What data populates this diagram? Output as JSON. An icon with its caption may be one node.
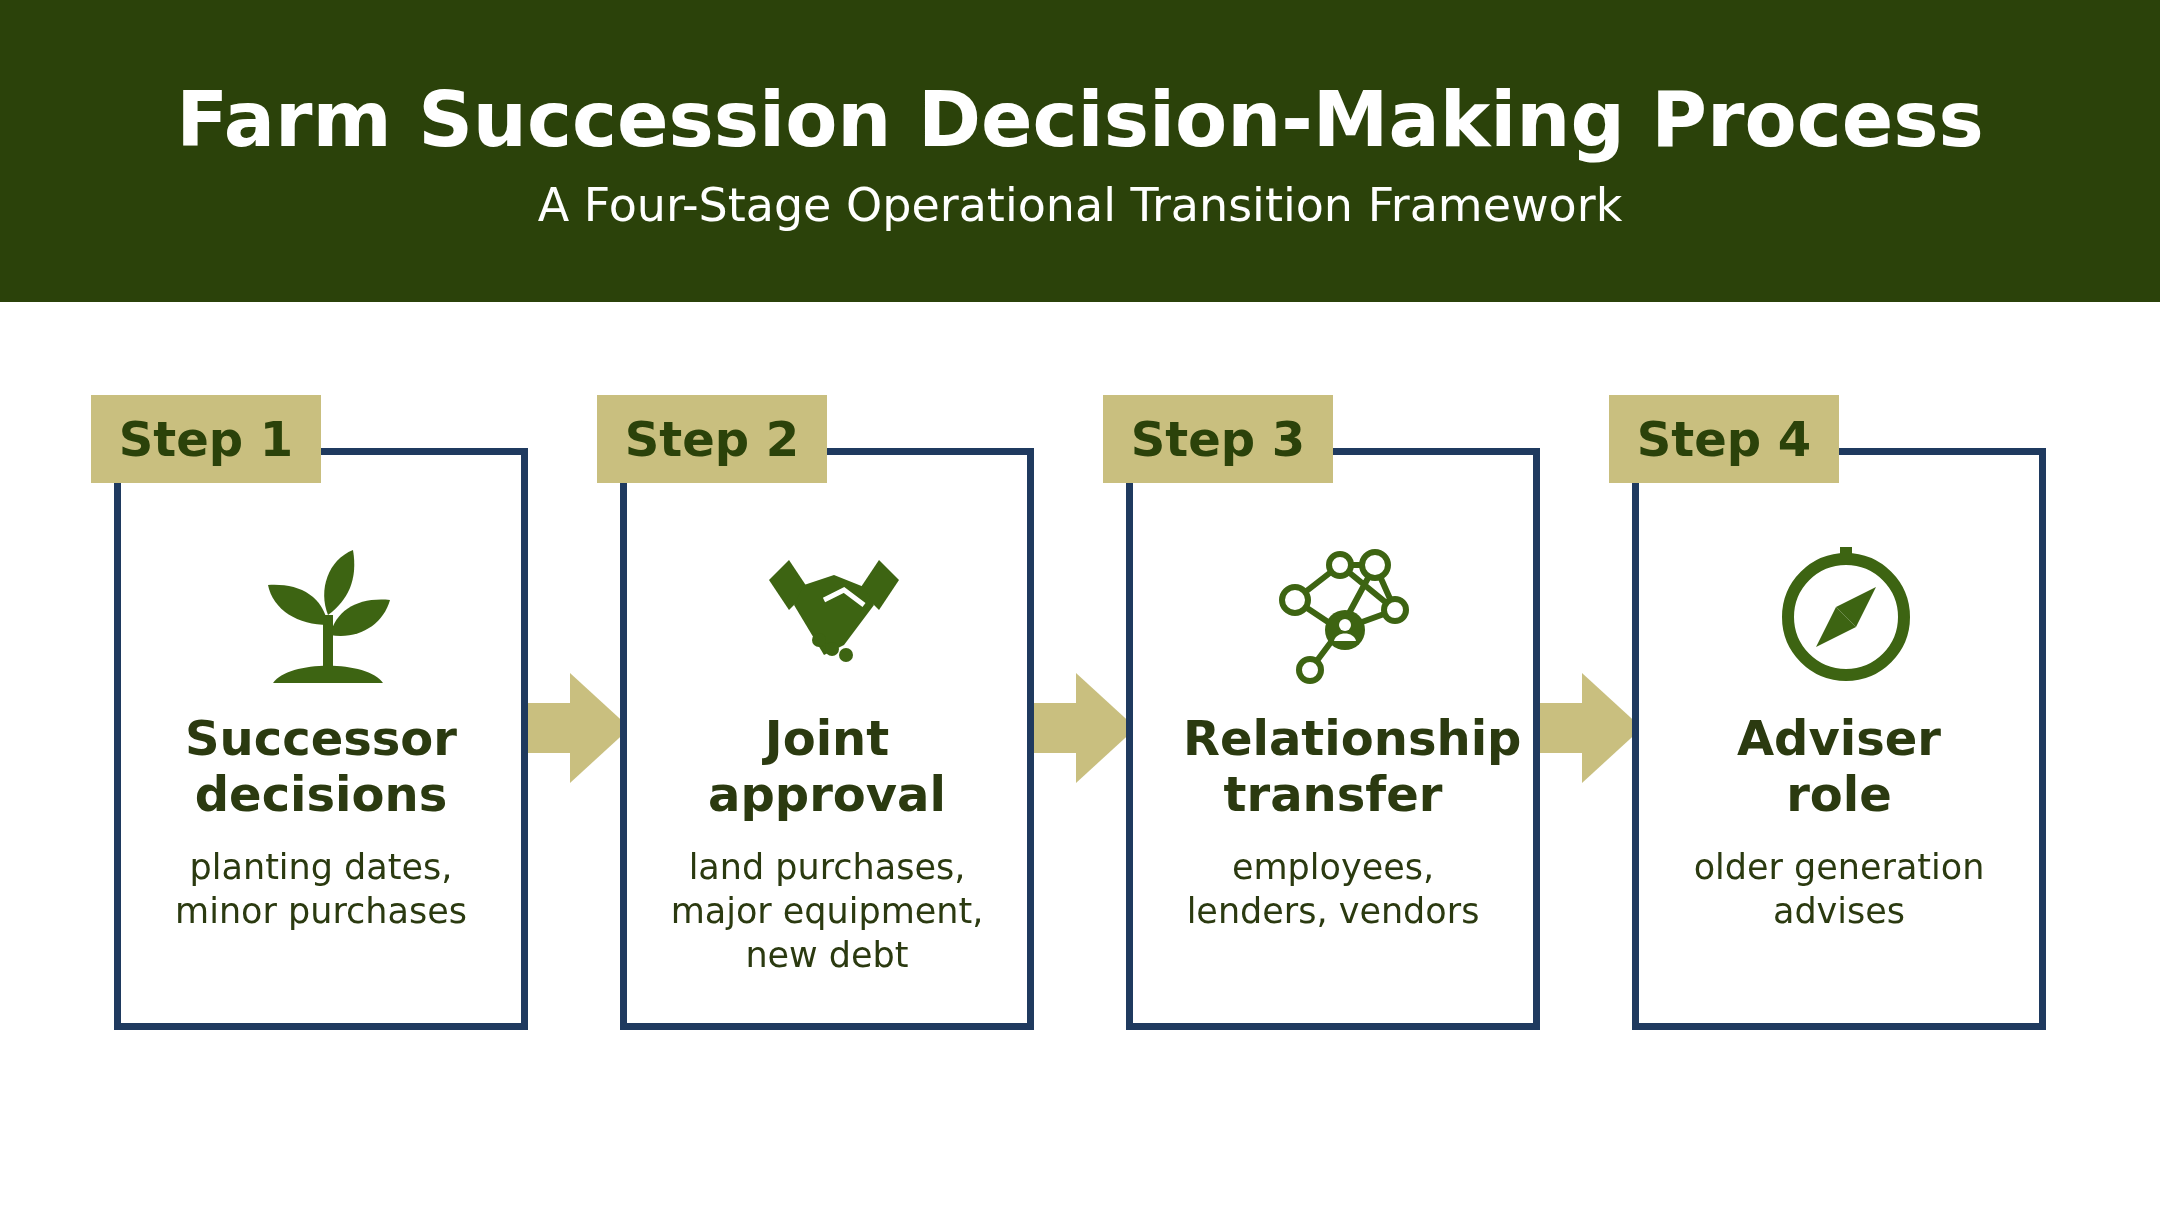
{
  "diagram": {
    "title": "Farm Succession Decision-Making Process",
    "labels": [
      "A Four-Stage Operational Transition Framework"
    ],
    "nodes": [
      {
        "text": [
          "Step 1",
          "Successor decisions",
          "planting dates, minor purchases"
        ]
      },
      {
        "text": [
          "Step 2",
          "Joint approval",
          "land purchases, major equipment, new debt"
        ]
      },
      {
        "text": [
          "Step 3",
          "Relationship transfer",
          "employees, lenders, vendors"
        ]
      },
      {
        "text": [
          "Step 4",
          "Adviser role",
          "older generation advises"
        ]
      }
    ],
    "edges": [
      {
        "from": 0,
        "to": 1,
        "arrow": "to"
      },
      {
        "from": 1,
        "to": 2,
        "arrow": "to"
      },
      {
        "from": 2,
        "to": 3,
        "arrow": "to"
      }
    ]
  }
}
